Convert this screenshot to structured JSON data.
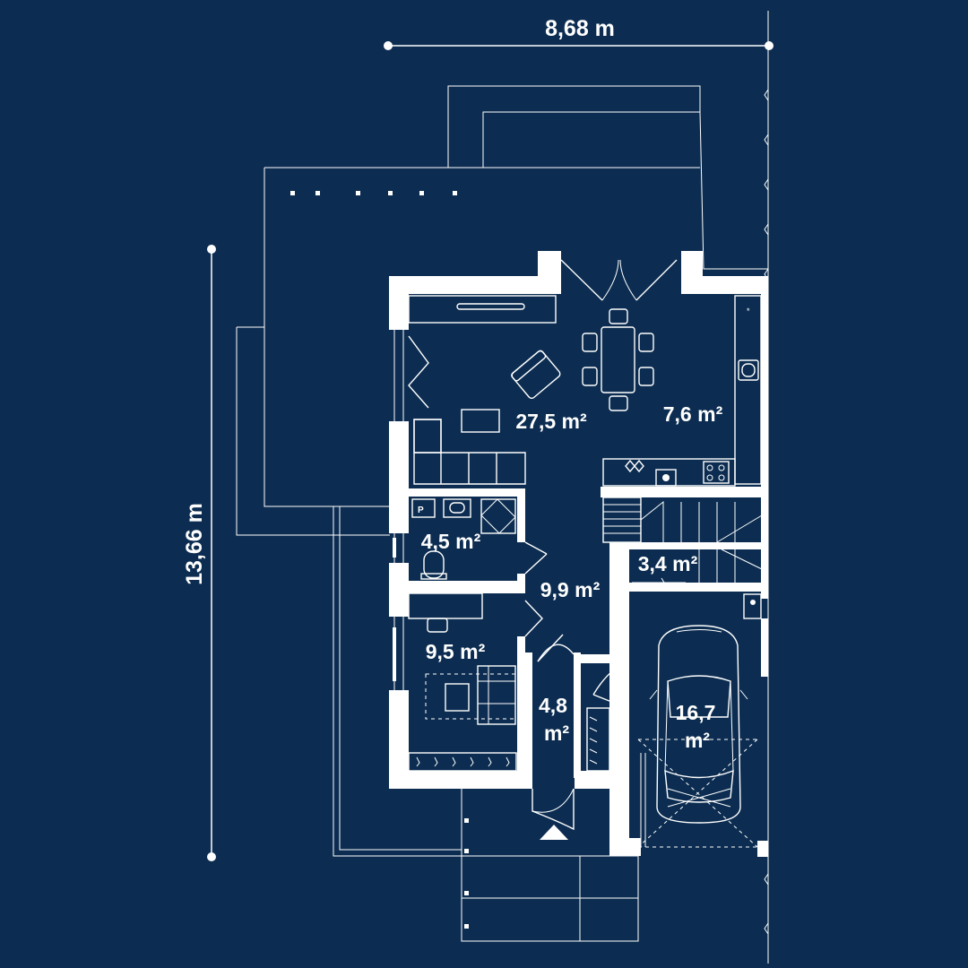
{
  "dimensions": {
    "width": "8,68 m",
    "height": "13,66 m"
  },
  "rooms": [
    {
      "id": "living",
      "label": "27,5 m²"
    },
    {
      "id": "kitchen",
      "label": "7,6 m²"
    },
    {
      "id": "bathroom",
      "label": "4,5 m²"
    },
    {
      "id": "hall",
      "label": "9,9 m²"
    },
    {
      "id": "storage",
      "label": "3,4 m²"
    },
    {
      "id": "bedroom",
      "label": "9,5 m²"
    },
    {
      "id": "entrance",
      "label_line1": "4,8",
      "label_line2": "m²"
    },
    {
      "id": "garage",
      "label_line1": "16,7",
      "label_line2": "m²"
    }
  ],
  "symbols": {
    "boiler_label": "P"
  },
  "colors": {
    "background": "#0c2d51",
    "lines": "#ffffff"
  }
}
